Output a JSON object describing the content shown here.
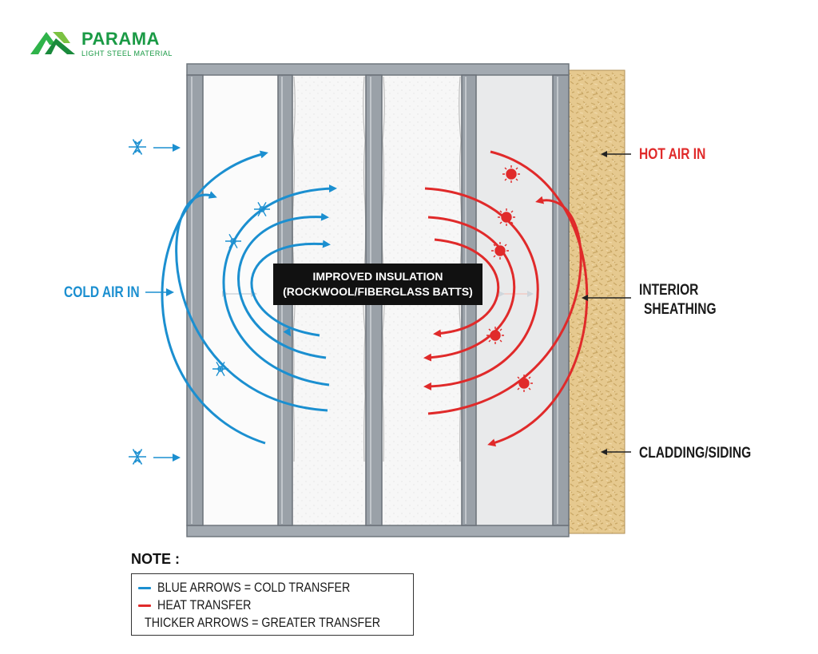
{
  "logo": {
    "name": "PARAMA",
    "subtitle": "LIGHT STEEL MATERIAL",
    "color": "#1a9a45"
  },
  "labels": {
    "hot_air": "HOT AIR IN",
    "cold_air": "COLD AIR IN",
    "interior_line1": "INTERIOR",
    "interior_line2": "SHEATHING",
    "cladding": "CLADDING/SIDING"
  },
  "center_label": {
    "line1": "IMPROVED INSULATION",
    "line2": "(ROCKWOOL/FIBERGLASS BATTS)"
  },
  "note": {
    "title": "NOTE :",
    "items": [
      {
        "text": "BLUE ARROWS = COLD TRANSFER",
        "color": "#1b8fd0"
      },
      {
        "text": "HEAT TRANSFER",
        "color": "#e02a2a"
      },
      {
        "text": "THICKER ARROWS = GREATER TRANSFER",
        "color": "#d4d8dc"
      }
    ]
  },
  "colors": {
    "cold": "#1b8fd0",
    "hot": "#e02a2a",
    "stud": "#9aa1a8",
    "osb": "#e3c58c"
  }
}
